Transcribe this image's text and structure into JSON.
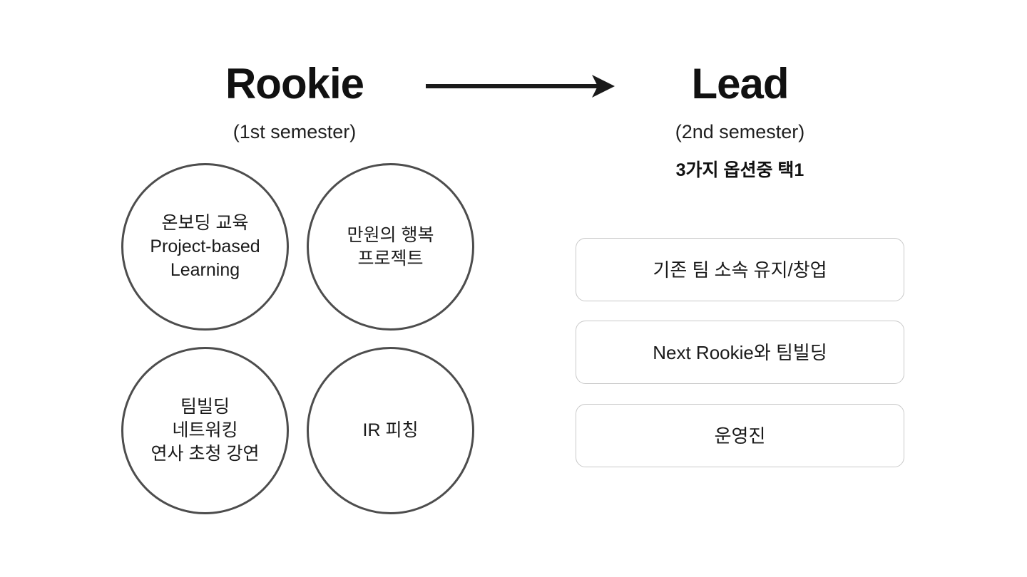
{
  "slide": {
    "background_color": "#ffffff",
    "text_color": "#1a1a1a",
    "circle_stroke_color": "#4d4d4d",
    "box_border_color": "#c9c9c9",
    "arrow_color": "#1a1a1a"
  },
  "left_column": {
    "title": "Rookie",
    "subtitle": "(1st semester)",
    "circles": [
      {
        "label": "온보딩 교육\nProject-based\nLearning"
      },
      {
        "label": "만원의 행복\n프로젝트"
      },
      {
        "label": "팀빌딩\n네트워킹\n연사 초청 강연"
      },
      {
        "label": "IR 피칭"
      }
    ]
  },
  "arrow": {
    "icon": "arrow-right-icon",
    "direction": "right"
  },
  "right_column": {
    "title": "Lead",
    "subtitle": "(2nd semester)",
    "note": "3가지 옵션중 택1",
    "options": [
      {
        "label": "기존 팀 소속 유지/창업"
      },
      {
        "label": "Next Rookie와 팀빌딩"
      },
      {
        "label": "운영진"
      }
    ]
  }
}
